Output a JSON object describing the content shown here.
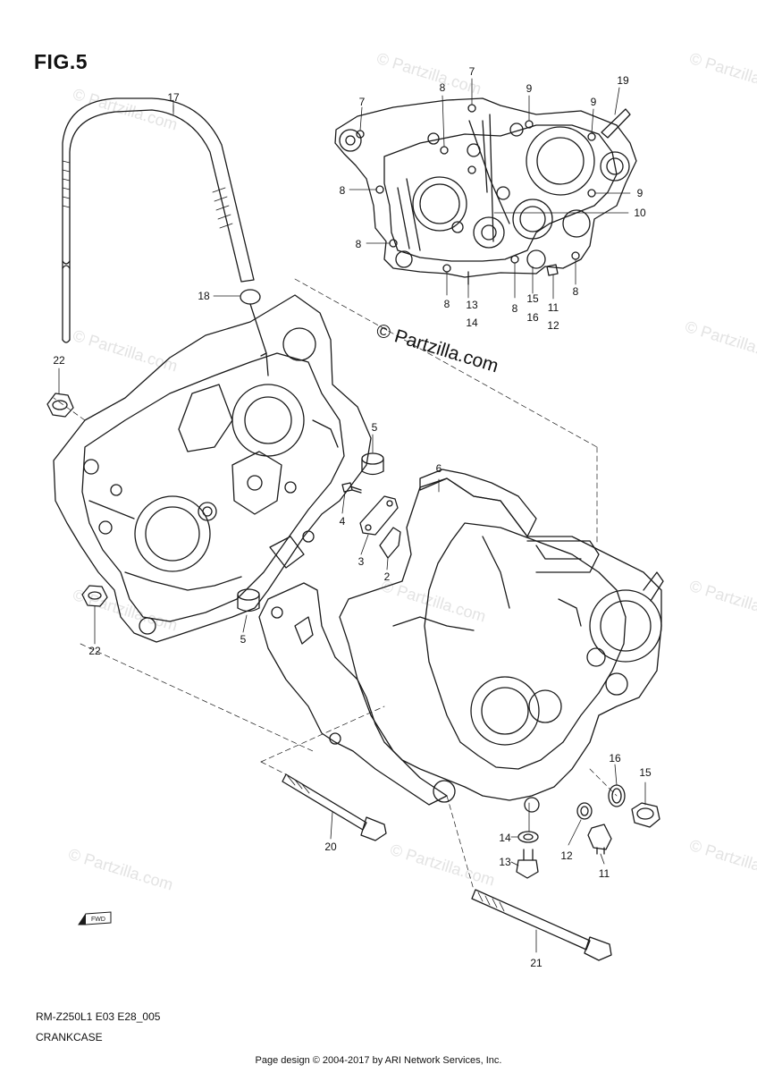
{
  "figure": {
    "title": "FIG.5"
  },
  "watermark": {
    "center": "© Partzilla.com",
    "tile": "© Partzilla.com"
  },
  "diagram": {
    "model_code": "RM-Z250L1 E03 E28_005",
    "caption": "CRANKCASE",
    "footer": "Page design © 2004-2017 by ARI Network Services, Inc.",
    "fwd_label": "FWD"
  },
  "callouts": {
    "c1": "7",
    "c2": "7",
    "c3": "8",
    "c4": "9",
    "c5": "9",
    "c6": "19",
    "c7": "8",
    "c8": "9",
    "c9": "10",
    "c10": "8",
    "c11": "8",
    "c12": "13",
    "c13": "14",
    "c14": "8",
    "c15": "15",
    "c16": "16",
    "c17": "11",
    "c18": "12",
    "c19": "8",
    "c20": "17",
    "c21": "18",
    "c22": "22",
    "c23": "5",
    "c24": "6",
    "c25": "4",
    "c26": "3",
    "c27": "2",
    "c28": "22",
    "c29": "5",
    "c30": "16",
    "c31": "15",
    "c32": "14",
    "c33": "12",
    "c34": "13",
    "c35": "11",
    "c36": "20",
    "c37": "21"
  },
  "colors": {
    "line": "#1a1a1a",
    "watermark": "#e3e3e3"
  }
}
